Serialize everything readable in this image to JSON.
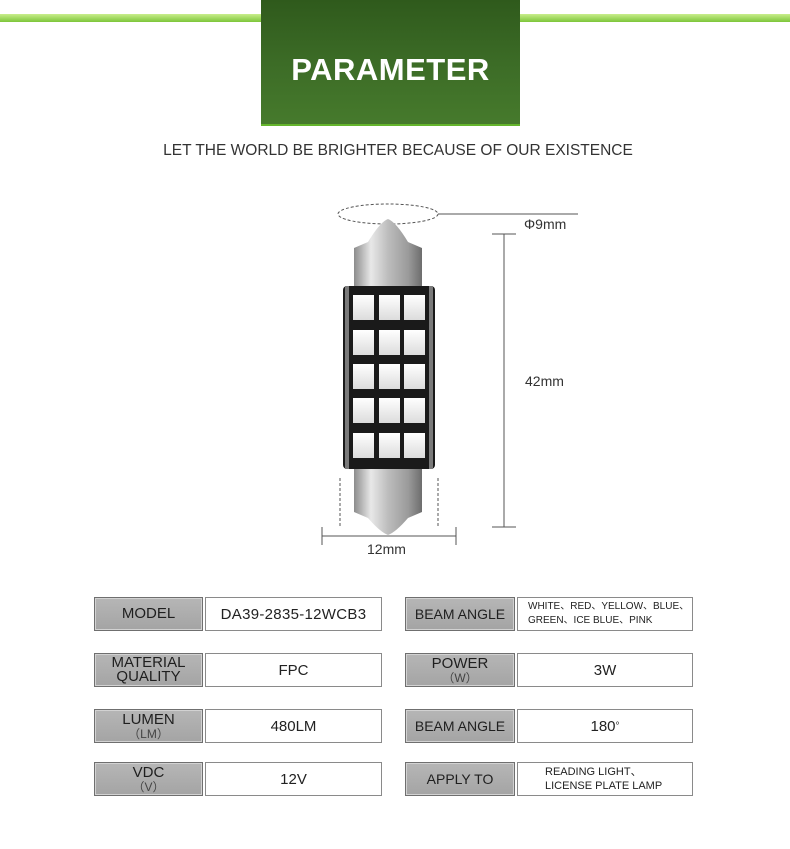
{
  "header": {
    "title": "PARAMETER",
    "subtitle": "LET THE WORLD BE BRIGHTER BECAUSE OF OUR EXISTENCE"
  },
  "dimensions": {
    "diameter": "Φ9mm",
    "length": "42mm",
    "width": "12mm"
  },
  "specs": {
    "model": {
      "label": "MODEL",
      "value": "DA39-2835-12WCB3"
    },
    "beam_color": {
      "label": "BEAM ANGLE",
      "lines": [
        "WHITE、RED、YELLOW、BLUE、",
        "GREEN、ICE BLUE、PINK"
      ]
    },
    "material": {
      "label_lines": [
        "MATERIAL",
        "QUALITY"
      ],
      "value": "FPC"
    },
    "power": {
      "label": "POWER",
      "unit": "（W）",
      "value": "3W"
    },
    "lumen": {
      "label": "LUMEN",
      "unit": "（LM）",
      "value": "480LM"
    },
    "beam_angle": {
      "label": "BEAM ANGLE",
      "value": "180",
      "degree": "°"
    },
    "vdc": {
      "label": "VDC",
      "unit": "（V）",
      "value": "12V"
    },
    "apply": {
      "label": "APPLY TO",
      "lines": [
        "READING LIGHT、",
        "LICENSE PLATE LAMP"
      ]
    }
  },
  "colors": {
    "header_green": "#3d6d27",
    "bar_green": "#7dc63a",
    "label_gray": "#aaaaaa"
  }
}
